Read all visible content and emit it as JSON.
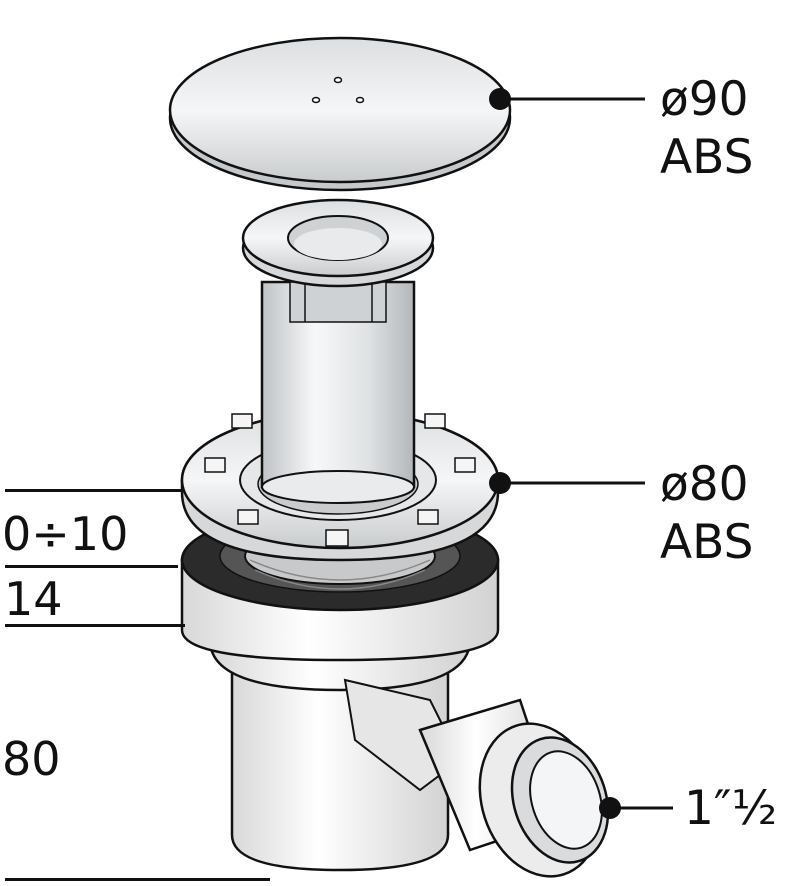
{
  "callouts": {
    "cap": {
      "diameter": "ø90",
      "material": "ABS"
    },
    "flange": {
      "diameter": "ø80",
      "material": "ABS"
    },
    "outlet": {
      "thread": "1″½"
    }
  },
  "dimensions": {
    "adjust_range": "0÷10",
    "ring_height": "14",
    "body_height": "80"
  },
  "colors": {
    "ink": "#111111",
    "metal_light": "#f2f3f4",
    "metal_mid": "#c9cccf",
    "gasket": "#2b2b2b",
    "body": "#f6f6f6"
  }
}
